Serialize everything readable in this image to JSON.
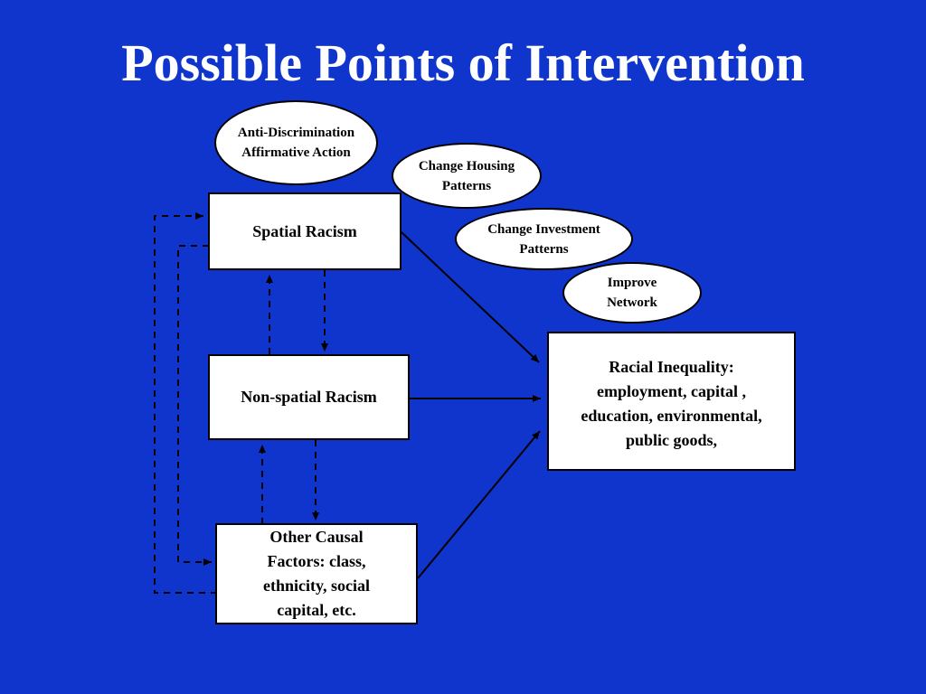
{
  "title": "Possible Points of Intervention",
  "boxes": {
    "spatial_racism": "Spatial Racism",
    "nonspatial_racism": "Non-spatial  Racism",
    "other_factors": "Other Causal\nFactors: class,\nethnicity, social\ncapital, etc.",
    "racial_inequality": "Racial Inequality:\nemployment, capital ,\neducation, environmental,\npublic goods,"
  },
  "interventions": {
    "anti_discrimination": "Anti-Discrimination\nAffirmative Action",
    "change_housing": "Change Housing\nPatterns",
    "change_investment": "Change Investment\nPatterns",
    "improve_network": "Improve\nNetwork"
  },
  "colors": {
    "background": "#0f35cc",
    "node_fill": "#ffffff",
    "stroke": "#000000",
    "title_text": "#ffffff"
  }
}
